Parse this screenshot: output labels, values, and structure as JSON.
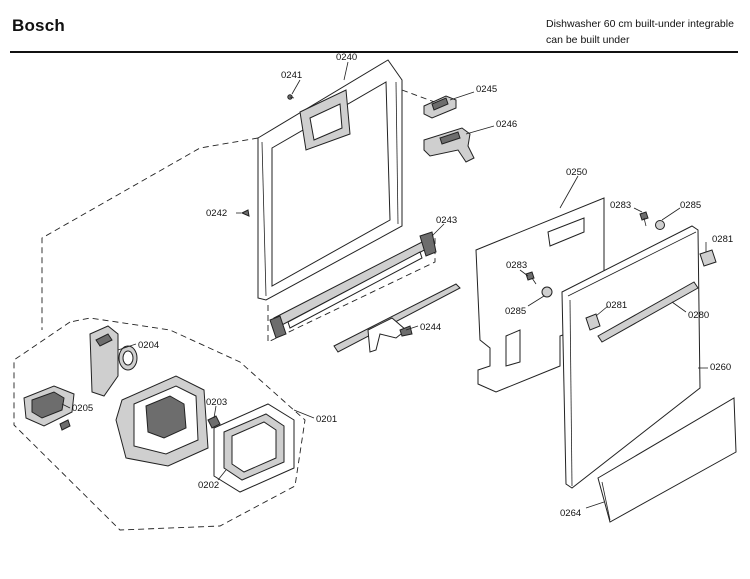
{
  "header": {
    "brand": "Bosch",
    "description_line1": "Dishwasher 60 cm built-under integrable",
    "description_line2": "can be built under"
  },
  "parts": {
    "p0240": "0240",
    "p0241": "0241",
    "p0242": "0242",
    "p0243": "0243",
    "p0244": "0244",
    "p0245": "0245",
    "p0246": "0246",
    "p0250": "0250",
    "p0283a": "0283",
    "p0283b": "0283",
    "p0285a": "0285",
    "p0285b": "0285",
    "p0281a": "0281",
    "p0281b": "0281",
    "p0280": "0280",
    "p0260": "0260",
    "p0264": "0264",
    "p0201": "0201",
    "p0202": "0202",
    "p0203": "0203",
    "p0204": "0204",
    "p0205": "0205"
  }
}
